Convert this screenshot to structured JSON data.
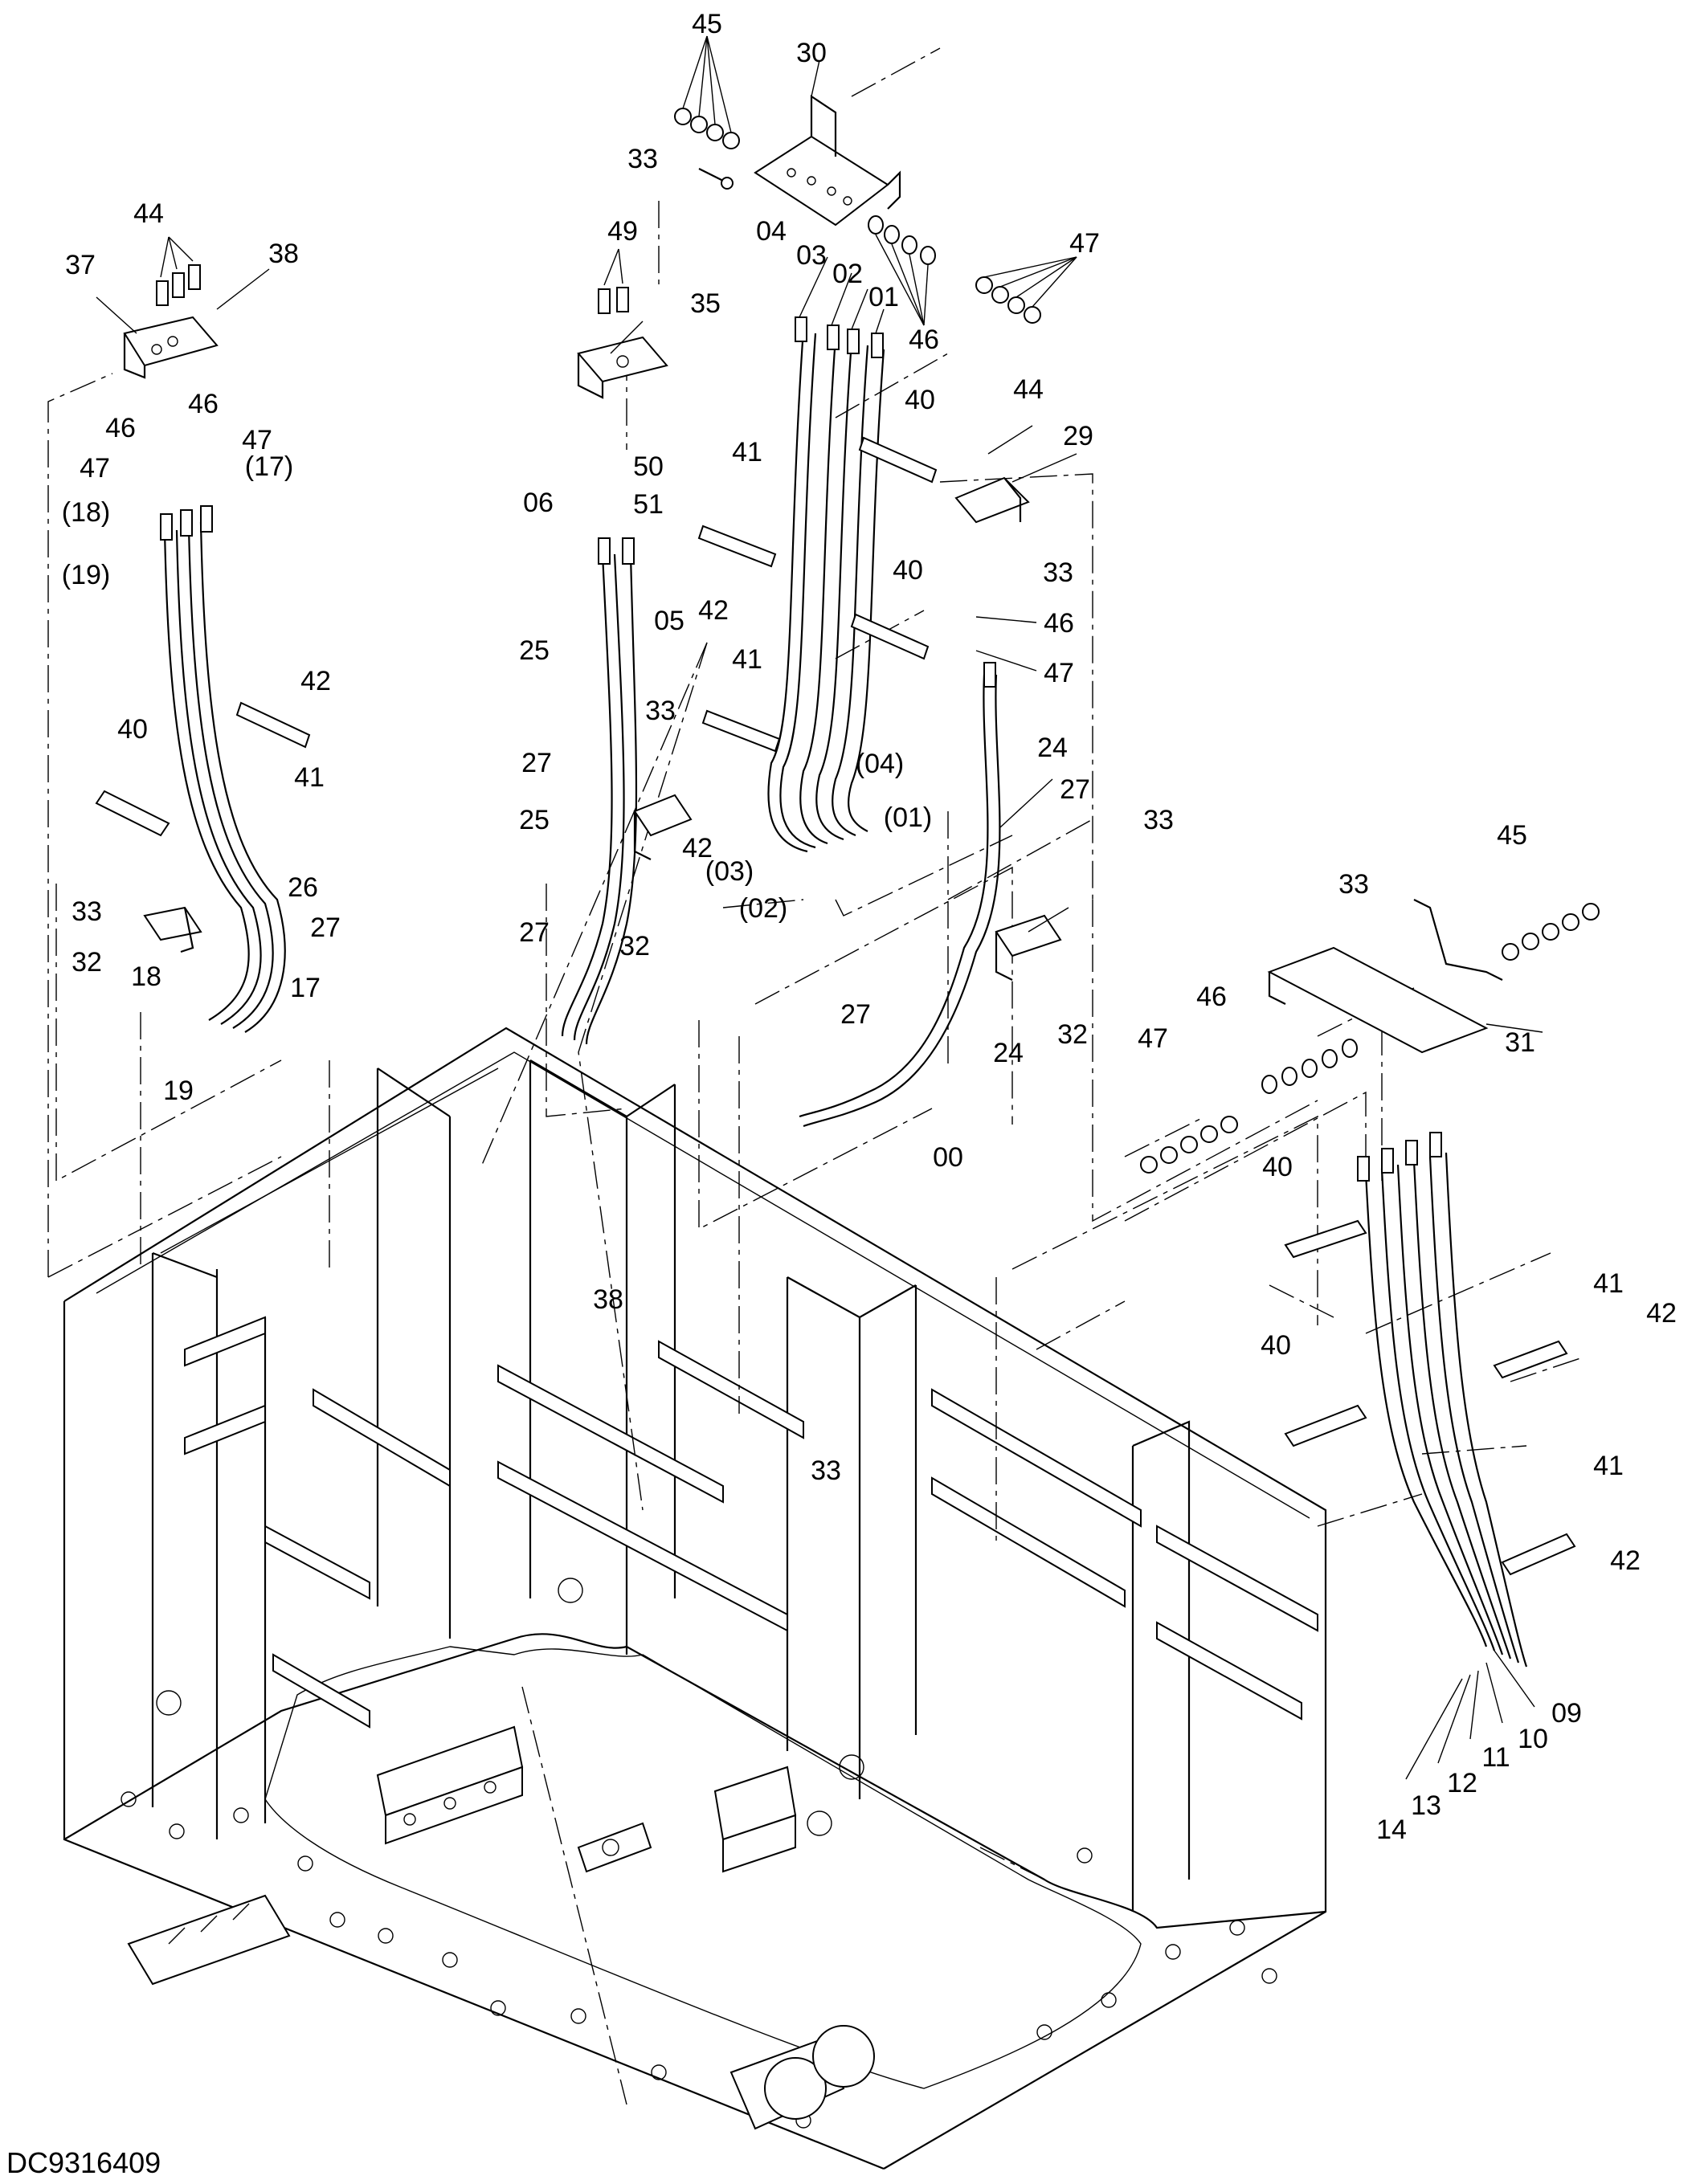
{
  "drawing_id": "DC9316409",
  "callouts": [
    {
      "id": "c-45-top",
      "text": "45"
    },
    {
      "id": "c-30",
      "text": "30"
    },
    {
      "id": "c-33-top",
      "text": "33"
    },
    {
      "id": "c-47-top",
      "text": "47"
    },
    {
      "id": "c-46-top",
      "text": "46"
    },
    {
      "id": "c-04",
      "text": "04"
    },
    {
      "id": "c-03",
      "text": "03"
    },
    {
      "id": "c-02",
      "text": "02"
    },
    {
      "id": "c-01",
      "text": "01"
    },
    {
      "id": "c-44-left",
      "text": "44"
    },
    {
      "id": "c-37",
      "text": "37"
    },
    {
      "id": "c-38-top",
      "text": "38"
    },
    {
      "id": "c-49",
      "text": "49"
    },
    {
      "id": "c-35",
      "text": "35"
    },
    {
      "id": "c-46-left-a",
      "text": "46"
    },
    {
      "id": "c-46-left-b",
      "text": "46"
    },
    {
      "id": "c-47-left-a",
      "text": "47"
    },
    {
      "id": "c-47-left-b",
      "text": "47"
    },
    {
      "id": "c-17p",
      "text": "(17)"
    },
    {
      "id": "c-18p",
      "text": "(18)"
    },
    {
      "id": "c-19p",
      "text": "(19)"
    },
    {
      "id": "c-50",
      "text": "50"
    },
    {
      "id": "c-06",
      "text": "06"
    },
    {
      "id": "c-51",
      "text": "51"
    },
    {
      "id": "c-05",
      "text": "05"
    },
    {
      "id": "c-40-a",
      "text": "40"
    },
    {
      "id": "c-41-a",
      "text": "41"
    },
    {
      "id": "c-42-a",
      "text": "42"
    },
    {
      "id": "c-44-right",
      "text": "44"
    },
    {
      "id": "c-29",
      "text": "29"
    },
    {
      "id": "c-33-right",
      "text": "33"
    },
    {
      "id": "c-40-b",
      "text": "40"
    },
    {
      "id": "c-46-right",
      "text": "46"
    },
    {
      "id": "c-47-right",
      "text": "47"
    },
    {
      "id": "c-42-left",
      "text": "42"
    },
    {
      "id": "c-41-left",
      "text": "41"
    },
    {
      "id": "c-40-left",
      "text": "40"
    },
    {
      "id": "c-25-a",
      "text": "25"
    },
    {
      "id": "c-27-a",
      "text": "27"
    },
    {
      "id": "c-33-mid",
      "text": "33"
    },
    {
      "id": "c-41-b",
      "text": "41"
    },
    {
      "id": "c-42-b",
      "text": "42"
    },
    {
      "id": "c-04p",
      "text": "(04)"
    },
    {
      "id": "c-01p",
      "text": "(01)"
    },
    {
      "id": "c-03p",
      "text": "(03)"
    },
    {
      "id": "c-02p",
      "text": "(02)"
    },
    {
      "id": "c-24-a",
      "text": "24"
    },
    {
      "id": "c-27-b",
      "text": "27"
    },
    {
      "id": "c-33-c",
      "text": "33"
    },
    {
      "id": "c-25-b",
      "text": "25"
    },
    {
      "id": "c-27-c",
      "text": "27"
    },
    {
      "id": "c-32-mid",
      "text": "32"
    },
    {
      "id": "c-33-left",
      "text": "33"
    },
    {
      "id": "c-26",
      "text": "26"
    },
    {
      "id": "c-27-left",
      "text": "27"
    },
    {
      "id": "c-32-left",
      "text": "32"
    },
    {
      "id": "c-18",
      "text": "18"
    },
    {
      "id": "c-17",
      "text": "17"
    },
    {
      "id": "c-19",
      "text": "19"
    },
    {
      "id": "c-45-right",
      "text": "45"
    },
    {
      "id": "c-33-d",
      "text": "33"
    },
    {
      "id": "c-46-d",
      "text": "46"
    },
    {
      "id": "c-47-d",
      "text": "47"
    },
    {
      "id": "c-31",
      "text": "31"
    },
    {
      "id": "c-27-d",
      "text": "27"
    },
    {
      "id": "c-24-b",
      "text": "24"
    },
    {
      "id": "c-32-right",
      "text": "32"
    },
    {
      "id": "c-00",
      "text": "00"
    },
    {
      "id": "c-40-c",
      "text": "40"
    },
    {
      "id": "c-41-c",
      "text": "41"
    },
    {
      "id": "c-42-c",
      "text": "42"
    },
    {
      "id": "c-38-mid",
      "text": "38"
    },
    {
      "id": "c-33-e",
      "text": "33"
    },
    {
      "id": "c-40-d",
      "text": "40"
    },
    {
      "id": "c-41-d",
      "text": "41"
    },
    {
      "id": "c-42-d",
      "text": "42"
    },
    {
      "id": "c-09",
      "text": "09"
    },
    {
      "id": "c-10",
      "text": "10"
    },
    {
      "id": "c-11",
      "text": "11"
    },
    {
      "id": "c-12",
      "text": "12"
    },
    {
      "id": "c-13",
      "text": "13"
    },
    {
      "id": "c-14",
      "text": "14"
    }
  ]
}
